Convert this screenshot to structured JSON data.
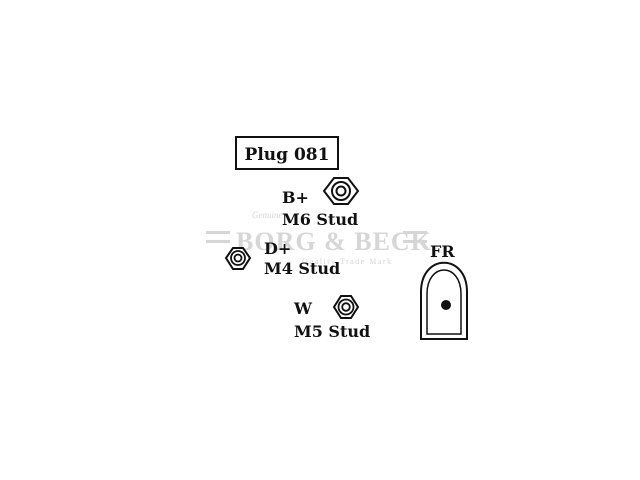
{
  "plug": {
    "label": "Plug 081"
  },
  "terminals": [
    {
      "label": "B+",
      "stud": "M6 Stud"
    },
    {
      "label": "D+",
      "stud": "M4 Stud"
    },
    {
      "label": "W",
      "stud": "M5 Stud"
    }
  ],
  "connector": {
    "label": "FR"
  },
  "watermark": {
    "script": "Genuine",
    "brand": "BORG & BECK",
    "tagline": "Quality Trade Mark"
  },
  "colors": {
    "line": "#111111",
    "watermark": "#d6d6d6"
  }
}
